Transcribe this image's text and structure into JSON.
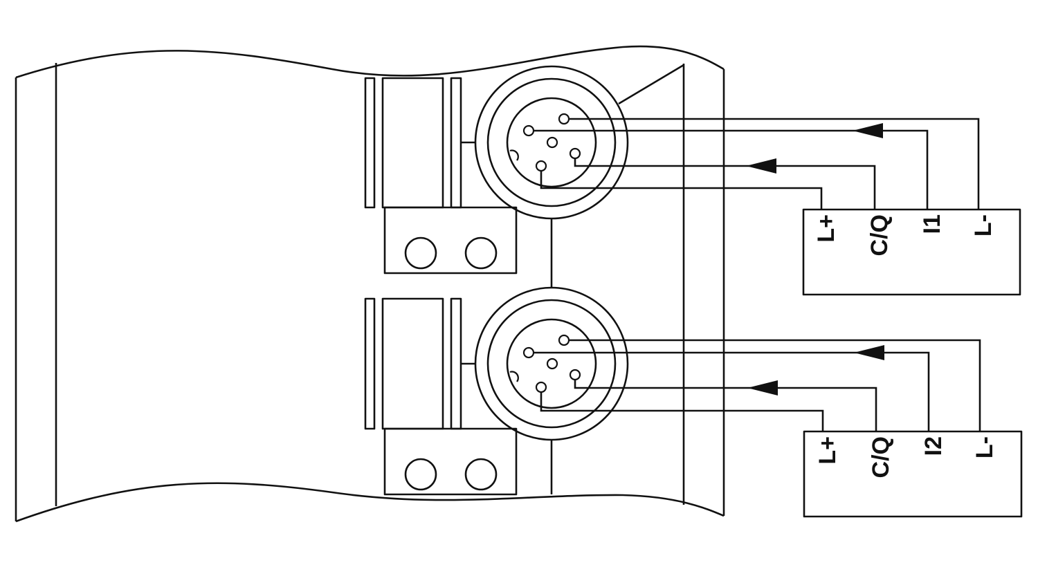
{
  "diagram": {
    "colors": {
      "line": "#111111",
      "background": "#ffffff"
    },
    "sensor_top": {
      "terminals": [
        "L+",
        "C/Q",
        "I1",
        "L-"
      ]
    },
    "sensor_bottom": {
      "terminals": [
        "L+",
        "C/Q",
        "I2",
        "L-"
      ]
    }
  }
}
